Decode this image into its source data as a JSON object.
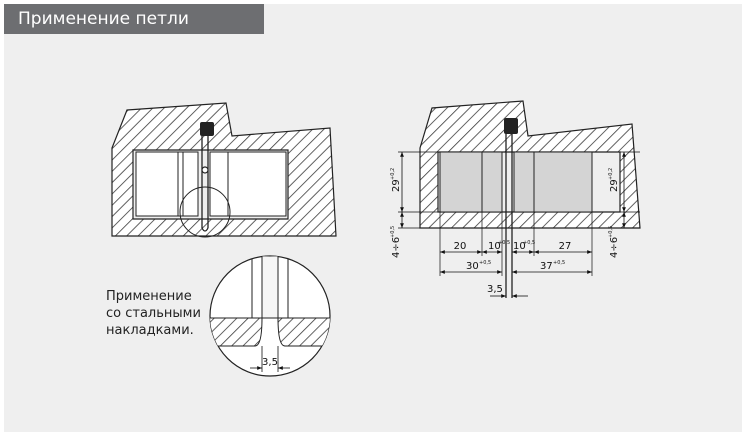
{
  "header": {
    "title": "Применение петли"
  },
  "note": {
    "lines": [
      "Применение",
      "со стальными",
      "накладками."
    ]
  },
  "dimensions": {
    "d_20": "20",
    "d_10a": "10",
    "d_10a_tol": "+0,5",
    "d_10b": "10",
    "d_10b_tol": "+0,5",
    "d_27": "27",
    "d_30": "30",
    "d_30_tol": "+0,5",
    "d_37": "37",
    "d_37_tol": "+0,5",
    "d_29_left": "29",
    "d_29_left_tol": "+0,2",
    "d_29_right": "29",
    "d_29_right_tol": "+0,2",
    "d_4_6_left": "4÷6",
    "d_4_6_left_tol": "+0,5",
    "d_4_6_right": "4÷6",
    "d_4_6_right_tol": "+0,5",
    "d_3_5_main": "3,5",
    "d_3_5_detail": "3,5"
  },
  "colors": {
    "header_bg": "#6d6e71",
    "panel_bg": "#efefef",
    "glass_fill": "#d4d4d4",
    "hatch": "#333333"
  }
}
